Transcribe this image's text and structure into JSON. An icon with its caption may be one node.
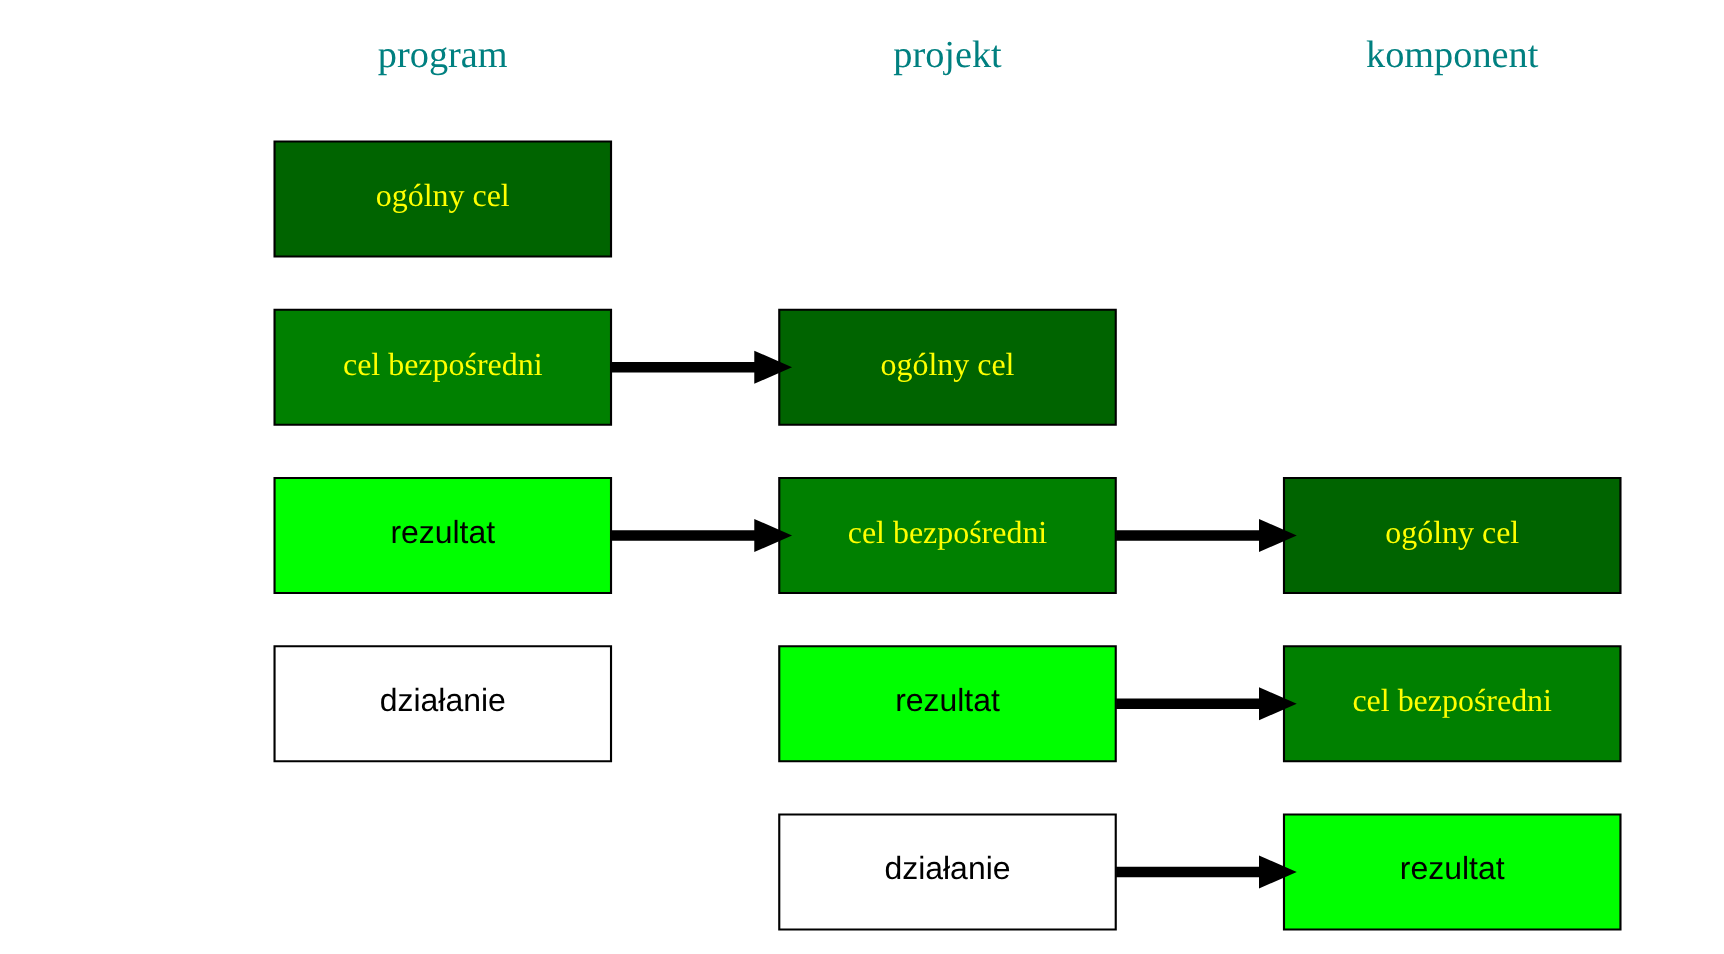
{
  "diagram": {
    "nodes": [
      {
        "text": [
          "ogólny cel"
        ]
      },
      {
        "text": [
          "cel bezpośredni"
        ]
      },
      {
        "text": [
          "rezultat"
        ]
      },
      {
        "text": [
          "działanie"
        ]
      },
      {
        "text": [
          "ogólny cel"
        ]
      },
      {
        "text": [
          "cel bezpośredni"
        ]
      },
      {
        "text": [
          "rezultat"
        ]
      },
      {
        "text": [
          "działanie"
        ]
      },
      {
        "text": [
          "ogólny cel"
        ]
      },
      {
        "text": [
          "cel bezpośredni"
        ]
      },
      {
        "text": [
          "rezultat"
        ]
      }
    ],
    "edges": [
      {
        "from": 1,
        "to": 4,
        "arrow": "to"
      },
      {
        "from": 2,
        "to": 5,
        "arrow": "to"
      },
      {
        "from": 5,
        "to": 8,
        "arrow": "to"
      },
      {
        "from": 6,
        "to": 9,
        "arrow": "to"
      },
      {
        "from": 7,
        "to": 10,
        "arrow": "to"
      }
    ],
    "labels": [
      "program",
      "projekt",
      "komponent"
    ]
  }
}
